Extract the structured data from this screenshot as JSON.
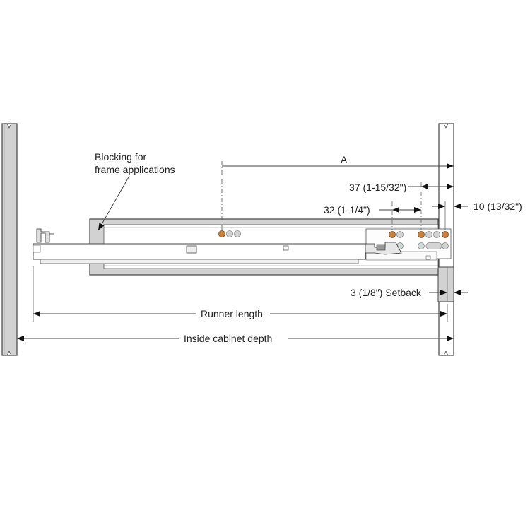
{
  "diagram": {
    "title": "Drawer runner installation dimensions",
    "labels": {
      "blocking_line1": "Blocking for",
      "blocking_line2": "frame applications",
      "dim_a": "A",
      "dim_37": "37 (1-15/32\")",
      "dim_32": "32 (1-1/4\")",
      "dim_10": "10 (13/32\")",
      "setback": "3 (1/8\") Setback",
      "runner_length": "Runner length",
      "inside_depth": "Inside cabinet depth"
    },
    "colors": {
      "panel_fill": "#d2d2d2",
      "line": "#333333",
      "screw_hole_active": "#c8803a",
      "screw_hole_inactive": "#d0d4d4"
    }
  }
}
